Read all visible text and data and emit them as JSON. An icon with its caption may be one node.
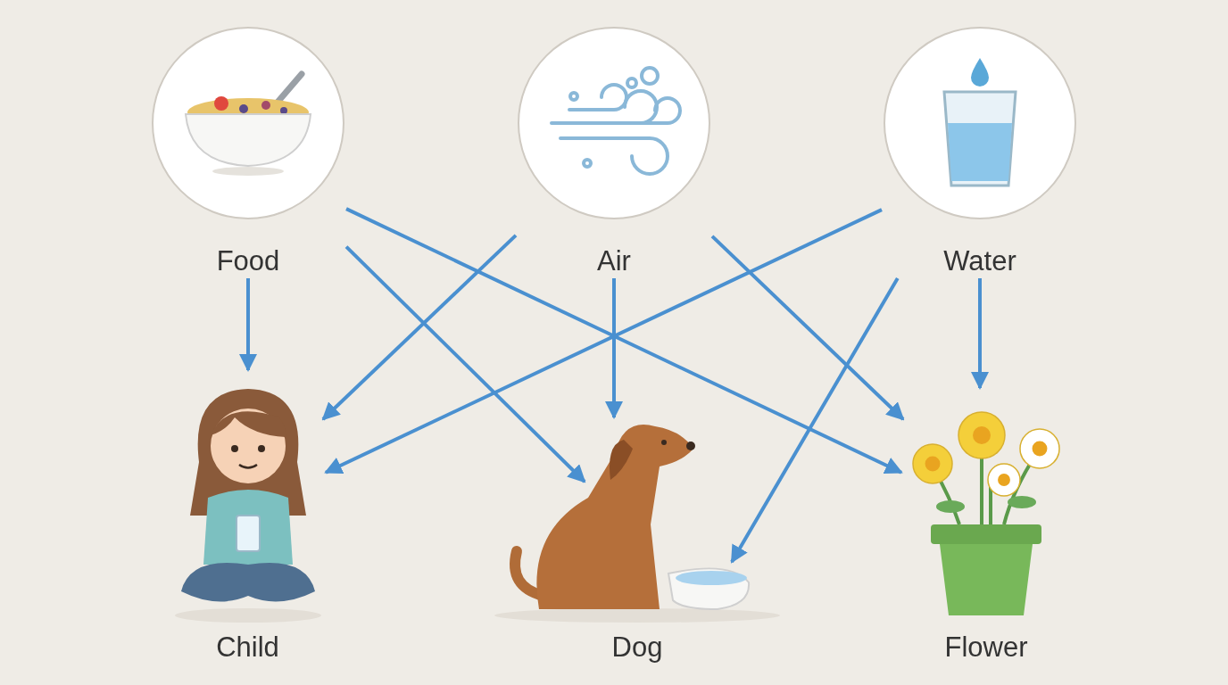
{
  "diagram": {
    "nodes": [
      {
        "text": [
          "Food"
        ]
      },
      {
        "text": [
          "Air"
        ]
      },
      {
        "text": [
          "Water"
        ]
      },
      {
        "text": [
          "Child"
        ]
      },
      {
        "text": [
          "Dog"
        ]
      },
      {
        "text": [
          "Flower"
        ]
      }
    ],
    "edges": [
      {
        "from": 0,
        "to": 3,
        "arrow": "to"
      },
      {
        "from": 0,
        "to": 4,
        "arrow": "to"
      },
      {
        "from": 0,
        "to": 5,
        "arrow": "to"
      },
      {
        "from": 1,
        "to": 3,
        "arrow": "to"
      },
      {
        "from": 1,
        "to": 4,
        "arrow": "to"
      },
      {
        "from": 1,
        "to": 5,
        "arrow": "to"
      },
      {
        "from": 2,
        "to": 3,
        "arrow": "to"
      },
      {
        "from": 2,
        "to": 4,
        "arrow": "to"
      },
      {
        "from": 2,
        "to": 5,
        "arrow": "to"
      }
    ]
  }
}
